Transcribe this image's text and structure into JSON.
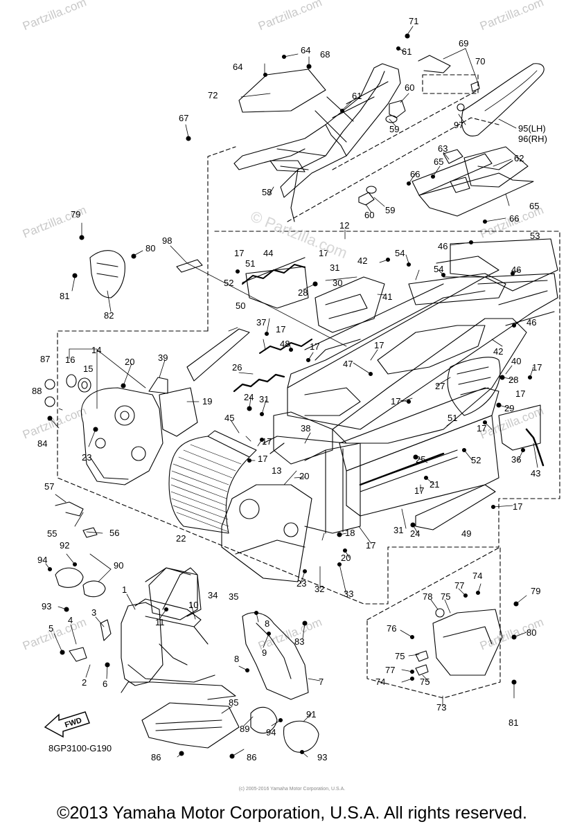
{
  "watermark": {
    "site": "Partzilla.com",
    "center_label": "© Partzilla.com"
  },
  "diagram_code": "8GP3100-G190",
  "fwd_label": "FWD",
  "small_copyright": "(c) 2005-2016 Yamaha Motor Corporation, U.S.A.",
  "copyright": "©2013 Yamaha Motor Corporation, U.S.A. All rights reserved.",
  "callouts": [
    "1",
    "2",
    "3",
    "4",
    "5",
    "6",
    "7",
    "8",
    "9",
    "10",
    "11",
    "12",
    "13",
    "14",
    "15",
    "16",
    "17",
    "18",
    "19",
    "20",
    "21",
    "22",
    "23",
    "24",
    "25",
    "26",
    "27",
    "28",
    "29",
    "30",
    "31",
    "32",
    "33",
    "34",
    "35",
    "36",
    "37",
    "38",
    "39",
    "40",
    "41",
    "42",
    "43",
    "44",
    "45",
    "46",
    "47",
    "48",
    "49",
    "50",
    "51",
    "52",
    "53",
    "54",
    "55",
    "56",
    "57",
    "58",
    "59",
    "60",
    "61",
    "62",
    "63",
    "64",
    "65",
    "66",
    "67",
    "68",
    "69",
    "70",
    "71",
    "72",
    "73",
    "74",
    "75",
    "76",
    "77",
    "78",
    "79",
    "80",
    "81",
    "82",
    "83",
    "84",
    "85",
    "86",
    "87",
    "88",
    "89",
    "90",
    "91",
    "92",
    "93",
    "94",
    "95(LH)",
    "96(RH)",
    "97",
    "98"
  ],
  "colors": {
    "line": "#000000",
    "watermark": "#cfcfcf",
    "background": "#ffffff"
  }
}
